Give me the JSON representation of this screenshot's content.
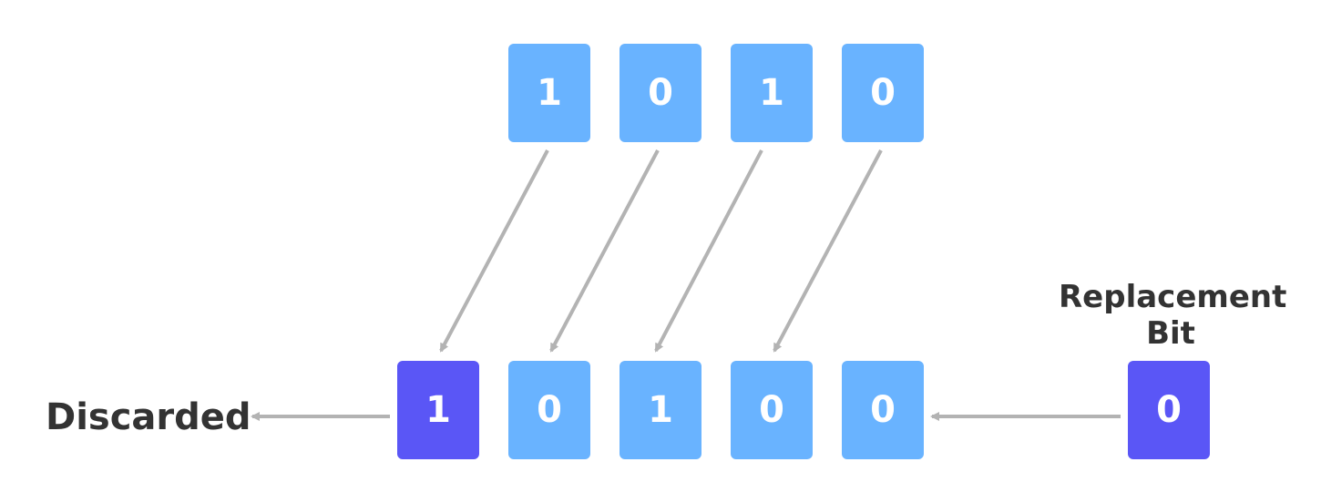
{
  "colors": {
    "bit": "#69b3ff",
    "highlight": "#5a56f6",
    "arrow": "#b3b3b3",
    "text": "#333333"
  },
  "diagram": {
    "original_bits": [
      "1",
      "0",
      "1",
      "0"
    ],
    "shifted_bits": [
      "1",
      "0",
      "1",
      "0",
      "0"
    ],
    "replacement_bit": "0",
    "discarded_label": "Discarded",
    "replacement_label_line1": "Replacement",
    "replacement_label_line2": "Bit"
  }
}
